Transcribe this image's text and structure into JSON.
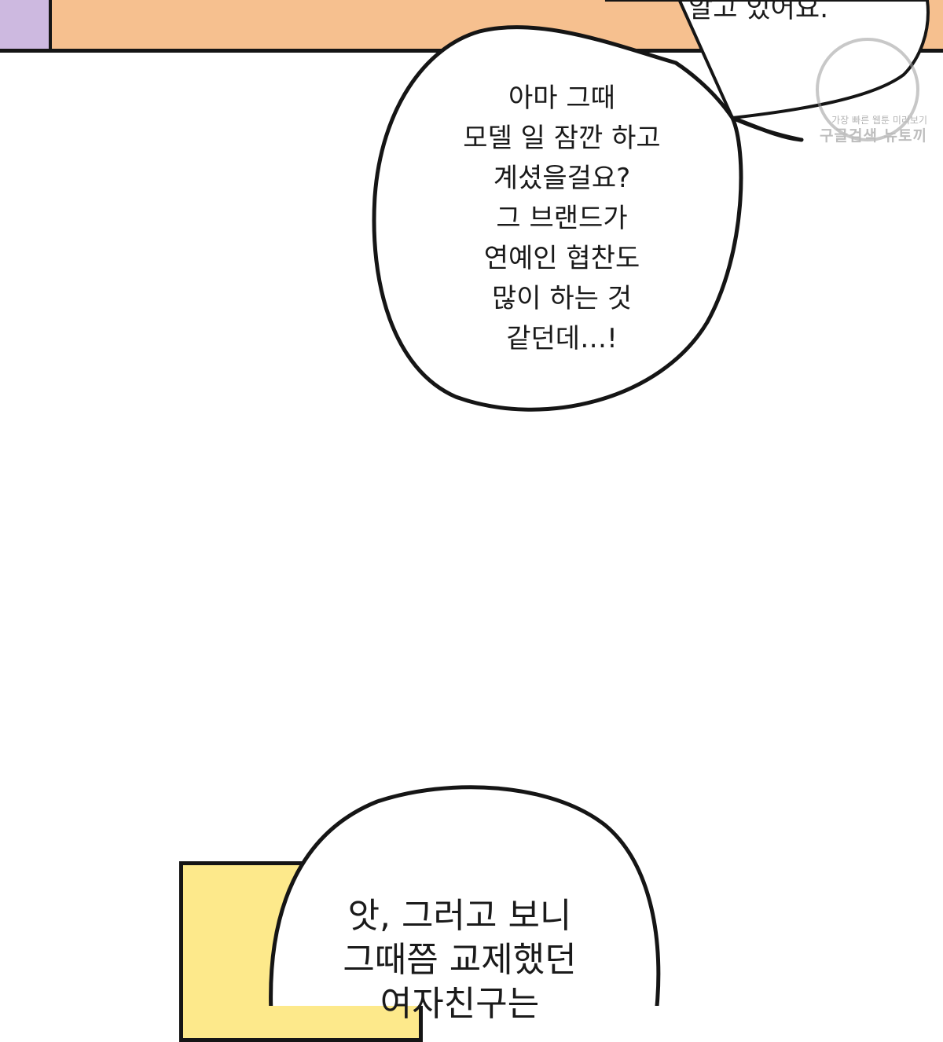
{
  "bubbles": {
    "top_partial": "알고 있어요.",
    "middle": "아마 그때\n모델 일 잠깐 하고\n계셨을걸요?\n그 브랜드가\n연예인 협찬도\n많이 하는 것\n같던데…!",
    "bottom": "앗, 그러고 보니\n그때쯤 교제했던\n여자친구는"
  },
  "watermark": {
    "line1": "가장 빠른 웹툰 미리보기",
    "line2": "구글검색 뉴토끼"
  },
  "colors": {
    "top_panel": "#f6c08f",
    "top_left_panel": "#cdb9e0",
    "yellow_panel": "#fde98b",
    "outline": "#151515"
  }
}
